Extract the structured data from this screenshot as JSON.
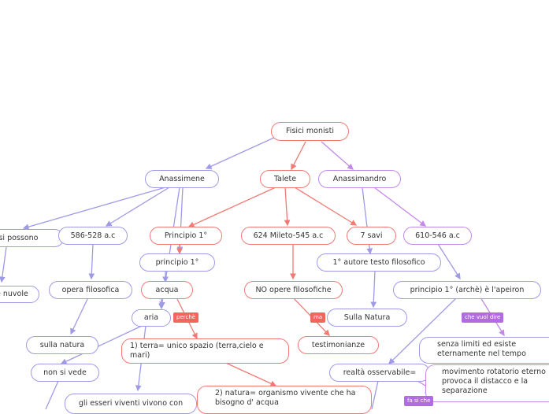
{
  "map": {
    "root": "Fisici monisti",
    "anassimene": "Anassimene",
    "talete": "Talete",
    "anassimandro": "Anassimandro",
    "si_possono": "ia si possono",
    "date_anassimene": "586-528 a.c",
    "principio_talete": "Principio 1°",
    "date_talete": "624 Mileto-545 a.c",
    "sette_savi": "7 savi",
    "date_anassimandro": "610-546 a.c",
    "nuvole": "e  nuvole",
    "opera_filosofica": "opera filosofica",
    "principio_anassimene": "principio 1°",
    "primo_autore": "1° autore testo filosofico",
    "acqua": "acqua",
    "no_opere": "NO opere filosofiche",
    "apeiron": "principio 1° (archè) è l'apeiron",
    "sulla_natura_a": "sulla natura",
    "aria": "aria",
    "perche": "perchè",
    "ma": "ma",
    "sulla_natura_b": "Sulla Natura",
    "che_vuol_dire": "che vuol dire",
    "terra": "1)  terra= unico spazio (terra,cielo e mari)",
    "testimonianze": "testimonianze",
    "senza_limiti": "senza limiti ed esiste eternamente nel tempo",
    "non_si_vede": "non si vede",
    "realta": "realtà osservabile=",
    "movimento": "movimento rotatorio eterno provoca il distacco e la separazione",
    "natura": "2) natura= organismo vivente che ha bisogno d' acqua",
    "esseri_viventi": "gli esseri viventi vivono con",
    "fa_si_che": "fa si che"
  },
  "colors": {
    "purple_line": "#9f9ae6",
    "red_line": "#f07a74",
    "violet_line": "#c28ae6"
  }
}
